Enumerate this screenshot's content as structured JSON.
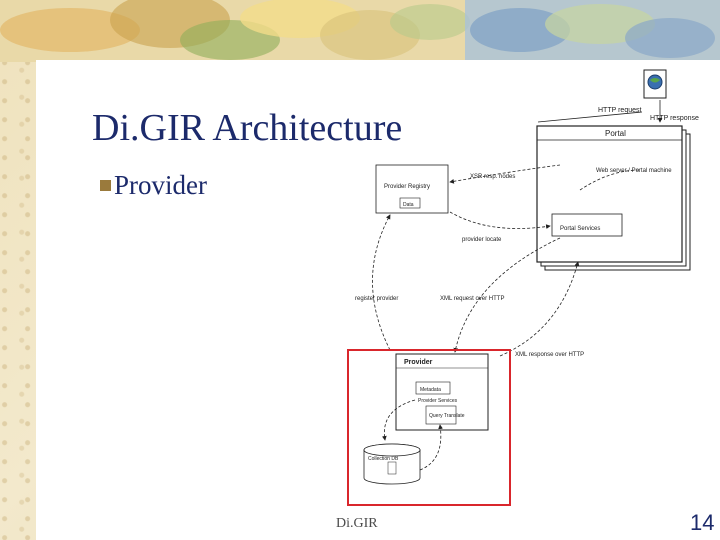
{
  "slide": {
    "title": "Di.GIR Architecture",
    "bullet": "Provider",
    "footer_label": "Di.GIR",
    "page_number": "14"
  },
  "diagram": {
    "http_request": "HTTP request",
    "http_response": "HTTP response",
    "portal": "Portal",
    "portal_machine": "Web server / Portal machine",
    "resolver_nodes": "XSR resp. nodes",
    "provider_registry": "Provider Registry",
    "data": "Data",
    "portal_services": "Portal Services",
    "provider_locate": "provider locate",
    "register_provider": "register provider",
    "xml_request": "XML request over HTTP",
    "xml_response": "XML response over HTTP",
    "provider": "Provider",
    "metadata": "Metadata",
    "provider_services": "Provider Services",
    "query_translate": "Query Translate",
    "collection_db": "Collection DB"
  },
  "colors": {
    "title": "#1c2a6b",
    "highlight_box": "#d9262c",
    "bullet": "#9a7a3c"
  }
}
